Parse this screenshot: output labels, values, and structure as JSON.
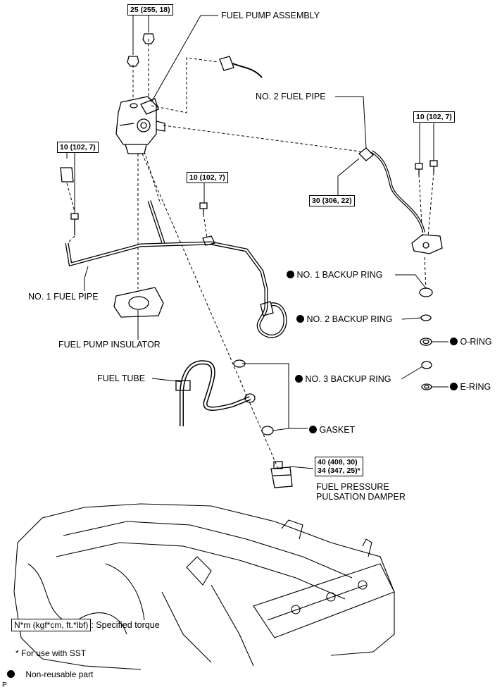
{
  "labels": {
    "fuel_pump_assembly": "FUEL PUMP ASSEMBLY",
    "no2_fuel_pipe": "NO. 2 FUEL PIPE",
    "no1_fuel_pipe": "NO. 1 FUEL PIPE",
    "fuel_pump_insulator": "FUEL PUMP INSULATOR",
    "fuel_tube": "FUEL TUBE",
    "no1_backup_ring": "NO. 1 BACKUP RING",
    "no2_backup_ring": "NO. 2 BACKUP RING",
    "o_ring": "O-RING",
    "no3_backup_ring": "NO. 3 BACKUP RING",
    "e_ring": "E-RING",
    "gasket": "GASKET",
    "damper_line1": "FUEL PRESSURE",
    "damper_line2": "PULSATION DAMPER"
  },
  "torques": {
    "pump_nut": "25 (255, 18)",
    "pipe_left": "10 (102, 7)",
    "pipe_mid": "10 (102, 7)",
    "pipe_right": "10 (102, 7)",
    "union": "30 (306, 22)",
    "damper_a": "40 (408, 30)",
    "damper_b": "34 (347, 25)*"
  },
  "legend": {
    "torque_key": "N*m (kgf*cm, ft.*lbf)",
    "torque_desc": ": Specified torque",
    "sst_note": "* For use with SST",
    "non_reusable": "Non-reusable part",
    "corner_mark": "P"
  },
  "colors": {
    "line": "#000000",
    "background": "#ffffff"
  }
}
